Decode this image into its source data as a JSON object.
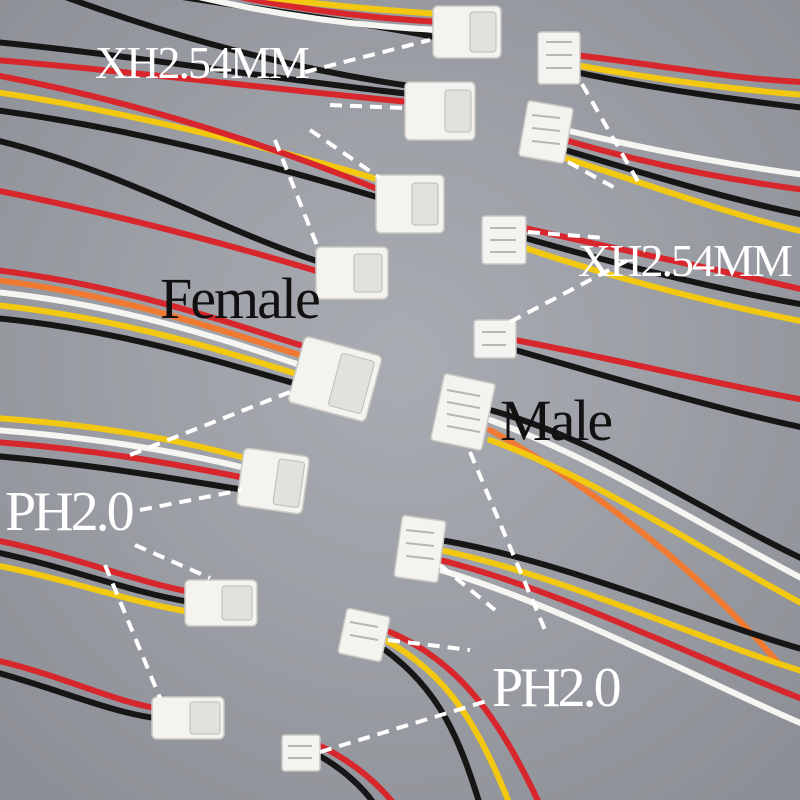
{
  "labels": {
    "xh_left": "XH2.54MM",
    "xh_right": "XH2.54MM",
    "female": "Female",
    "male": "Male",
    "ph_left": "PH2.0",
    "ph_right": "PH2.0"
  },
  "colors": {
    "background": "#9fa2a9",
    "wire_red": "#d8262d",
    "wire_black": "#161616",
    "wire_yellow": "#f2c811",
    "wire_white": "#f5f5f2",
    "wire_orange": "#f07a32",
    "connector": "#f4f3ef",
    "label_white": "#ffffff",
    "label_black": "#111111"
  }
}
